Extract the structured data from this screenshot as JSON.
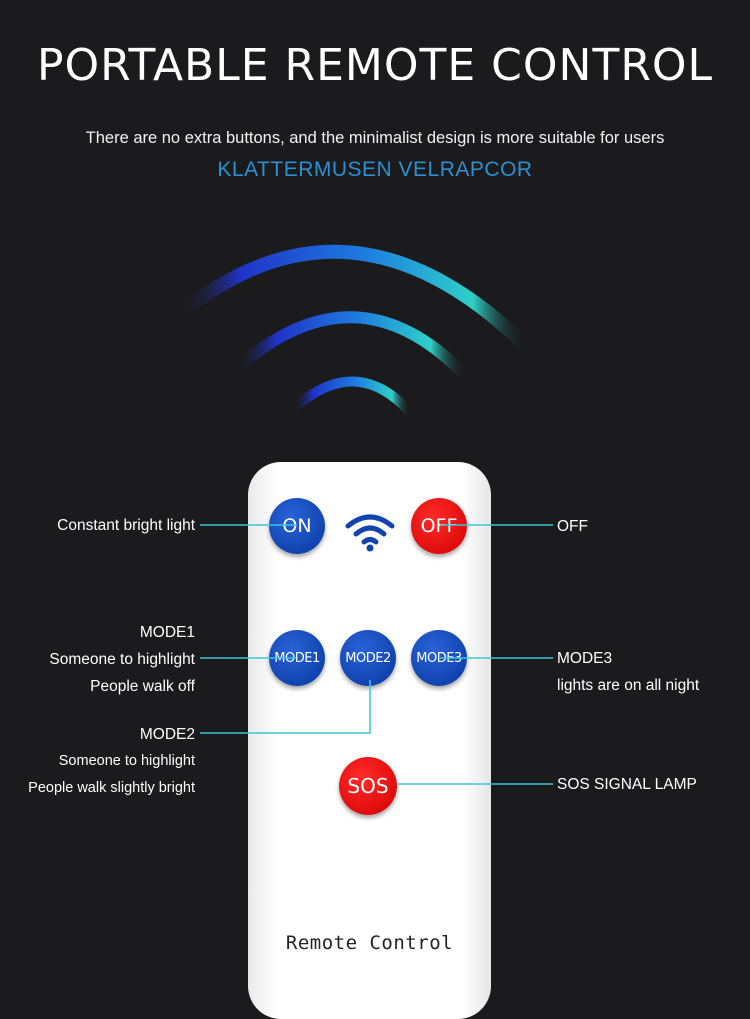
{
  "header": {
    "title": "PORTABLE REMOTE CONTROL",
    "subtitle": "There are no extra buttons, and the minimalist design is more suitable for users",
    "brand": "KLATTERMUSEN VELRAPCOR"
  },
  "remote": {
    "buttons": {
      "on": "ON",
      "off": "OFF",
      "mode1": "MODE1",
      "mode2": "MODE2",
      "mode3": "MODE3",
      "sos": "SOS"
    },
    "label": "Remote Control"
  },
  "callouts": {
    "on": "Constant bright light",
    "off": "OFF",
    "mode1": [
      "MODE1",
      "Someone to highlight",
      "People walk off"
    ],
    "mode2": [
      "MODE2",
      "Someone to highlight",
      "People walk slightly bright"
    ],
    "mode3": [
      "MODE3",
      "lights are on all night"
    ],
    "sos": "SOS SIGNAL LAMP"
  },
  "colors": {
    "background": "#1b1b1d",
    "brand": "#2e8fd0",
    "callout_line": "#39c6d8",
    "button_blue": "#1244b0",
    "button_red": "#e00d0d"
  },
  "icons": {
    "signal": "wifi-signal-icon",
    "waves": "signal-waves-icon"
  }
}
